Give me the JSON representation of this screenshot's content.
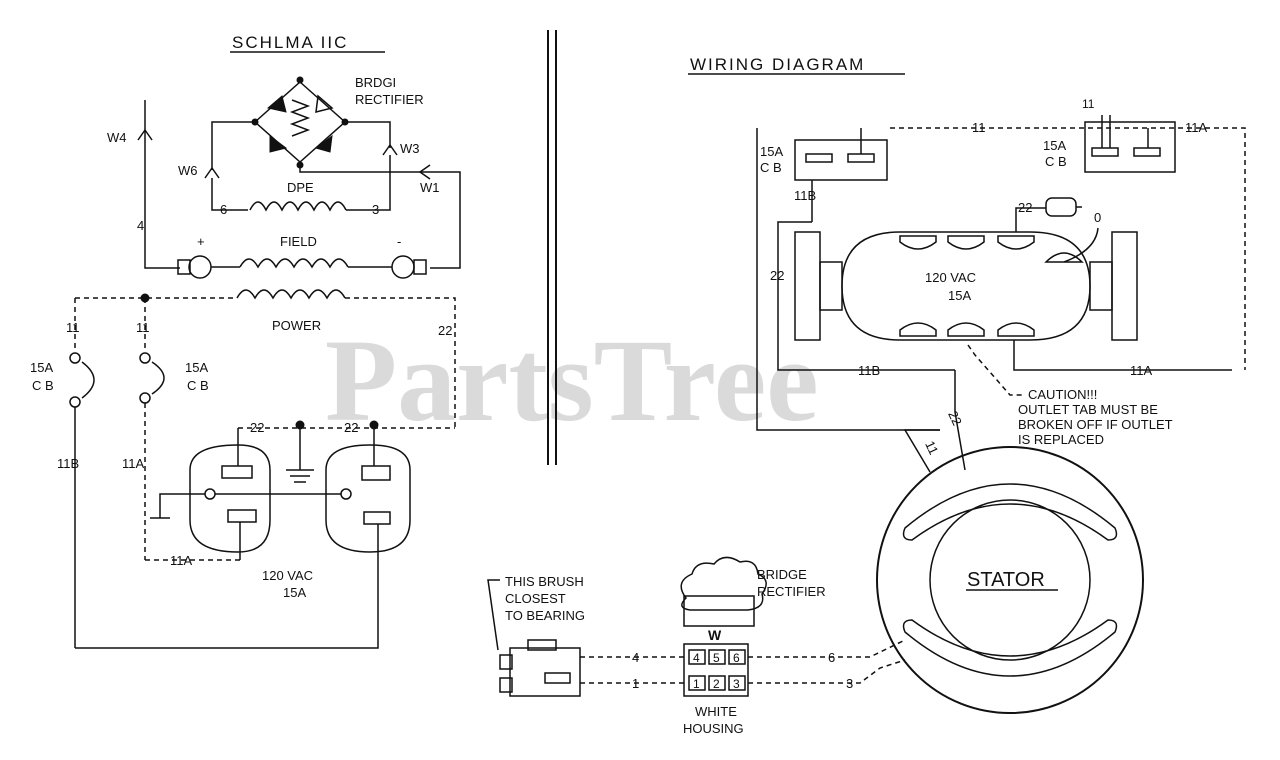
{
  "watermark": "PartsTree",
  "schematic": {
    "title": "SCHLMA IIC",
    "bridge_rectifier": [
      "BRDGI",
      "RECTIFIER"
    ],
    "terminals": {
      "w4": "W4",
      "w6": "W6",
      "w3": "W3",
      "w1": "W1"
    },
    "dpe_label": "DPE",
    "dpe_wire_left": "6",
    "dpe_wire_right": "3",
    "field_label": "FIELD",
    "field_plus": "+",
    "field_minus": "-",
    "wire_4": "4",
    "power_label": "POWER",
    "wire_11_left": "11",
    "wire_11_right": "11",
    "wire_22": "22",
    "cb_left": [
      "15A",
      "C B"
    ],
    "cb_right": [
      "15A",
      "C B"
    ],
    "wire_11b": "11B",
    "wire_11a": "11A",
    "wire_22_outlet_left": "22",
    "wire_22_outlet_right": "22",
    "wire_11a_bottom": "11A",
    "outlet_rating": [
      "120 VAC",
      "15A"
    ]
  },
  "wiring": {
    "title": "WIRING DIAGRAM",
    "cb_left": [
      "15A",
      "C B"
    ],
    "cb_right": [
      "15A",
      "C B"
    ],
    "wire_11_top": "11",
    "wire_11_small": "11",
    "wire_11a_top": "11A",
    "wire_11b": "11B",
    "wire_22_side": "22",
    "wire_22_top": "22",
    "wire_0": "0",
    "outlet_rating": [
      "120 VAC",
      "15A"
    ],
    "wire_11b_bottom": "11B",
    "wire_11a_bottom": "11A",
    "caution": [
      "CAUTION!!!",
      "OUTLET TAB MUST BE",
      "BROKEN OFF IF OUTLET",
      "IS REPLACED"
    ],
    "diag_22": "22",
    "diag_11": "11",
    "stator_label": "STATOR",
    "brush_note": [
      "THIS BRUSH",
      "CLOSEST",
      "TO BEARING"
    ],
    "bridge_rectifier": [
      "BRIDGE",
      "RECTIFIER"
    ],
    "housing_w": "W",
    "housing_terminals_top": [
      "4",
      "5",
      "6"
    ],
    "housing_terminals_bottom": [
      "1",
      "2",
      "3"
    ],
    "housing_label": [
      "WHITE",
      "HOUSING"
    ],
    "wire_4": "4",
    "wire_1": "1",
    "wire_6": "6",
    "wire_3": "3"
  }
}
